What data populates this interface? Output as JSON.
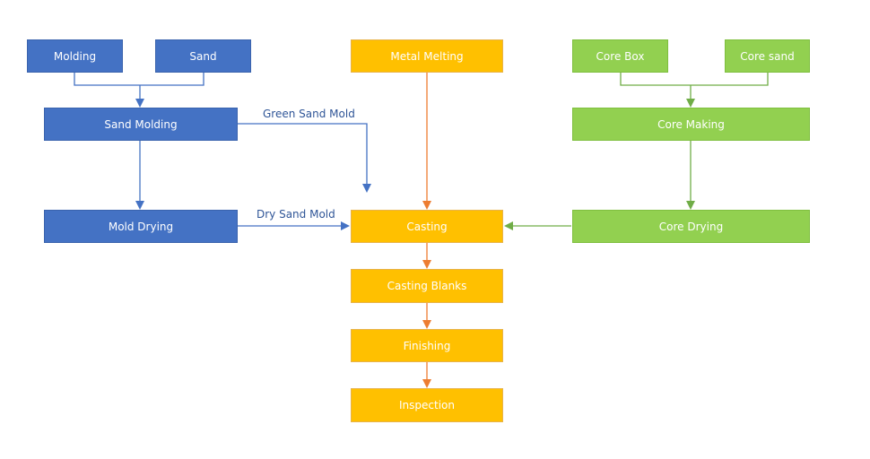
{
  "colors": {
    "blue": "#4472C4",
    "orange": "#FFC000",
    "green": "#92D050",
    "blue_line": "#4472C4",
    "orange_line": "#ED7D31",
    "green_line": "#70AD47",
    "label_text": "#2F5597"
  },
  "nodes": {
    "molding": "Molding",
    "sand": "Sand",
    "sand_molding": "Sand Molding",
    "mold_drying": "Mold Drying",
    "metal_melting": "Metal Melting",
    "casting": "Casting",
    "casting_blanks": "Casting Blanks",
    "finishing": "Finishing",
    "inspection": "Inspection",
    "core_box": "Core Box",
    "core_sand": "Core sand",
    "core_making": "Core Making",
    "core_drying": "Core Drying"
  },
  "edge_labels": {
    "green_sand_mold": "Green Sand Mold",
    "dry_sand_mold": "Dry Sand Mold"
  }
}
